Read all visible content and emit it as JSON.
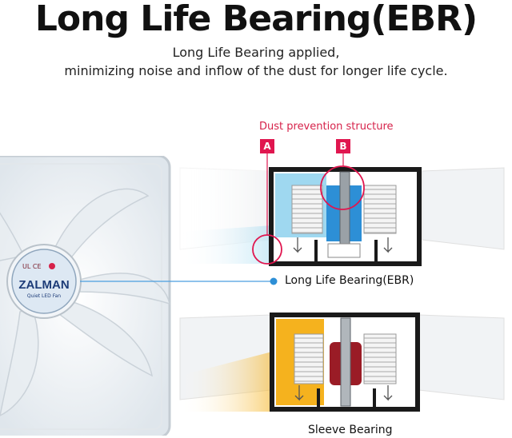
{
  "header": {
    "title": "Long Life Bearing(EBR)",
    "subtitle_line1": "Long Life Bearing applied,",
    "subtitle_line2": "minimizing noise and inflow of the dust for longer life cycle."
  },
  "diagram": {
    "dust_label": "Dust prevention structure",
    "marker_a": "A",
    "marker_b": "B",
    "ebr_label": "Long Life Bearing(EBR)",
    "sleeve_label": "Sleeve Bearing"
  },
  "fan": {
    "brand": "ZALMAN",
    "model_text": "Quiet LED Fan",
    "cert_marks": "UL CE"
  },
  "colors": {
    "accent_red": "#e0164f",
    "ebr_blue": "#2d8fd6",
    "ebr_cyan": "#9fd8f0",
    "sleeve_orange": "#f5b21e",
    "sleeve_red": "#9a1c26",
    "callout_line": "#4a9ee0"
  }
}
